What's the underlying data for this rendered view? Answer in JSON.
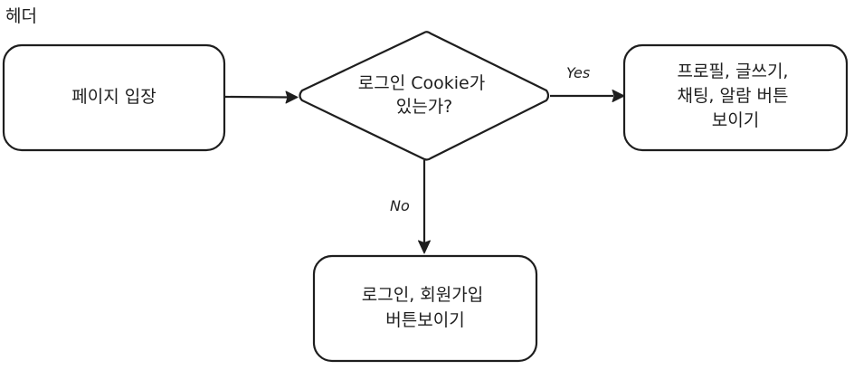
{
  "title": "헤더",
  "nodes": {
    "enter_page": {
      "lines": [
        "페이지 입장"
      ]
    },
    "check_cookie": {
      "lines": [
        "로그인 Cookie가",
        "있는가?"
      ]
    },
    "show_profile": {
      "lines": [
        "프로필, 글쓰기,",
        "채팅, 알람 버튼",
        "보이기"
      ]
    },
    "show_login": {
      "lines": [
        "로그인, 회원가입",
        "버튼보이기"
      ]
    }
  },
  "edges": {
    "yes_label": "Yes",
    "no_label": "No"
  }
}
